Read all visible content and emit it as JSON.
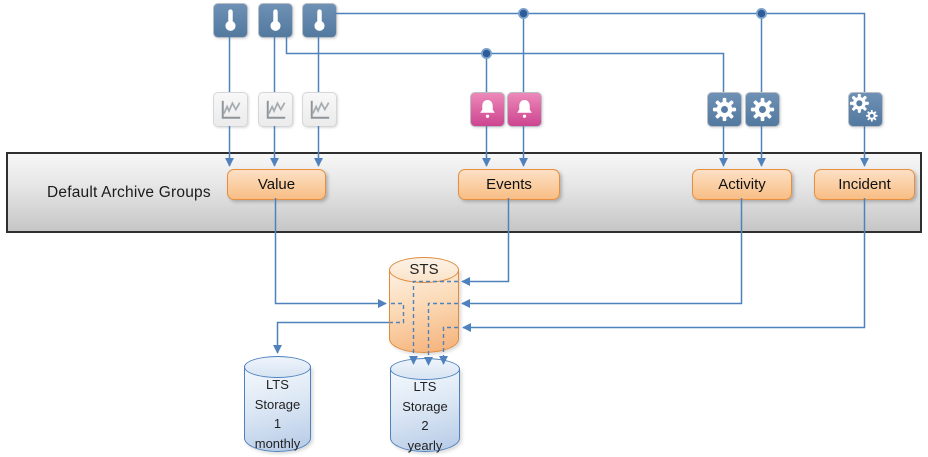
{
  "band": {
    "label": "Default Archive Groups"
  },
  "groups": [
    {
      "label": "Value"
    },
    {
      "label": "Events"
    },
    {
      "label": "Activity"
    },
    {
      "label": "Incident"
    }
  ],
  "sources": {
    "thermometer_icons": 3,
    "line_chart_icons": 3,
    "alarm_bell_icons": 2,
    "gear_icons": 2,
    "multi_gear_icons": 1
  },
  "storage": {
    "sts": {
      "label": "STS"
    },
    "lts1": {
      "lines": [
        "LTS",
        "Storage",
        "1",
        "monthly"
      ]
    },
    "lts2": {
      "lines": [
        "LTS",
        "Storage",
        "2",
        "yearly"
      ]
    }
  },
  "colors": {
    "connector_blue": "#4f81bd",
    "junction_dot": "#2d5c99",
    "icon_blue": "#5b80a9",
    "icon_pink": "#d2539a",
    "icon_gray_bg": "#f1f1f1",
    "group_box_fill": "#f9c897",
    "group_box_border": "#e78f3e",
    "sts_fill": "#f8c38c",
    "sts_border": "#e08a3c",
    "lts_fill": "#c6d7ec",
    "lts_border": "#4f81bd",
    "band_fill": "#d9d9d9",
    "band_border": "#2f2f2f"
  }
}
